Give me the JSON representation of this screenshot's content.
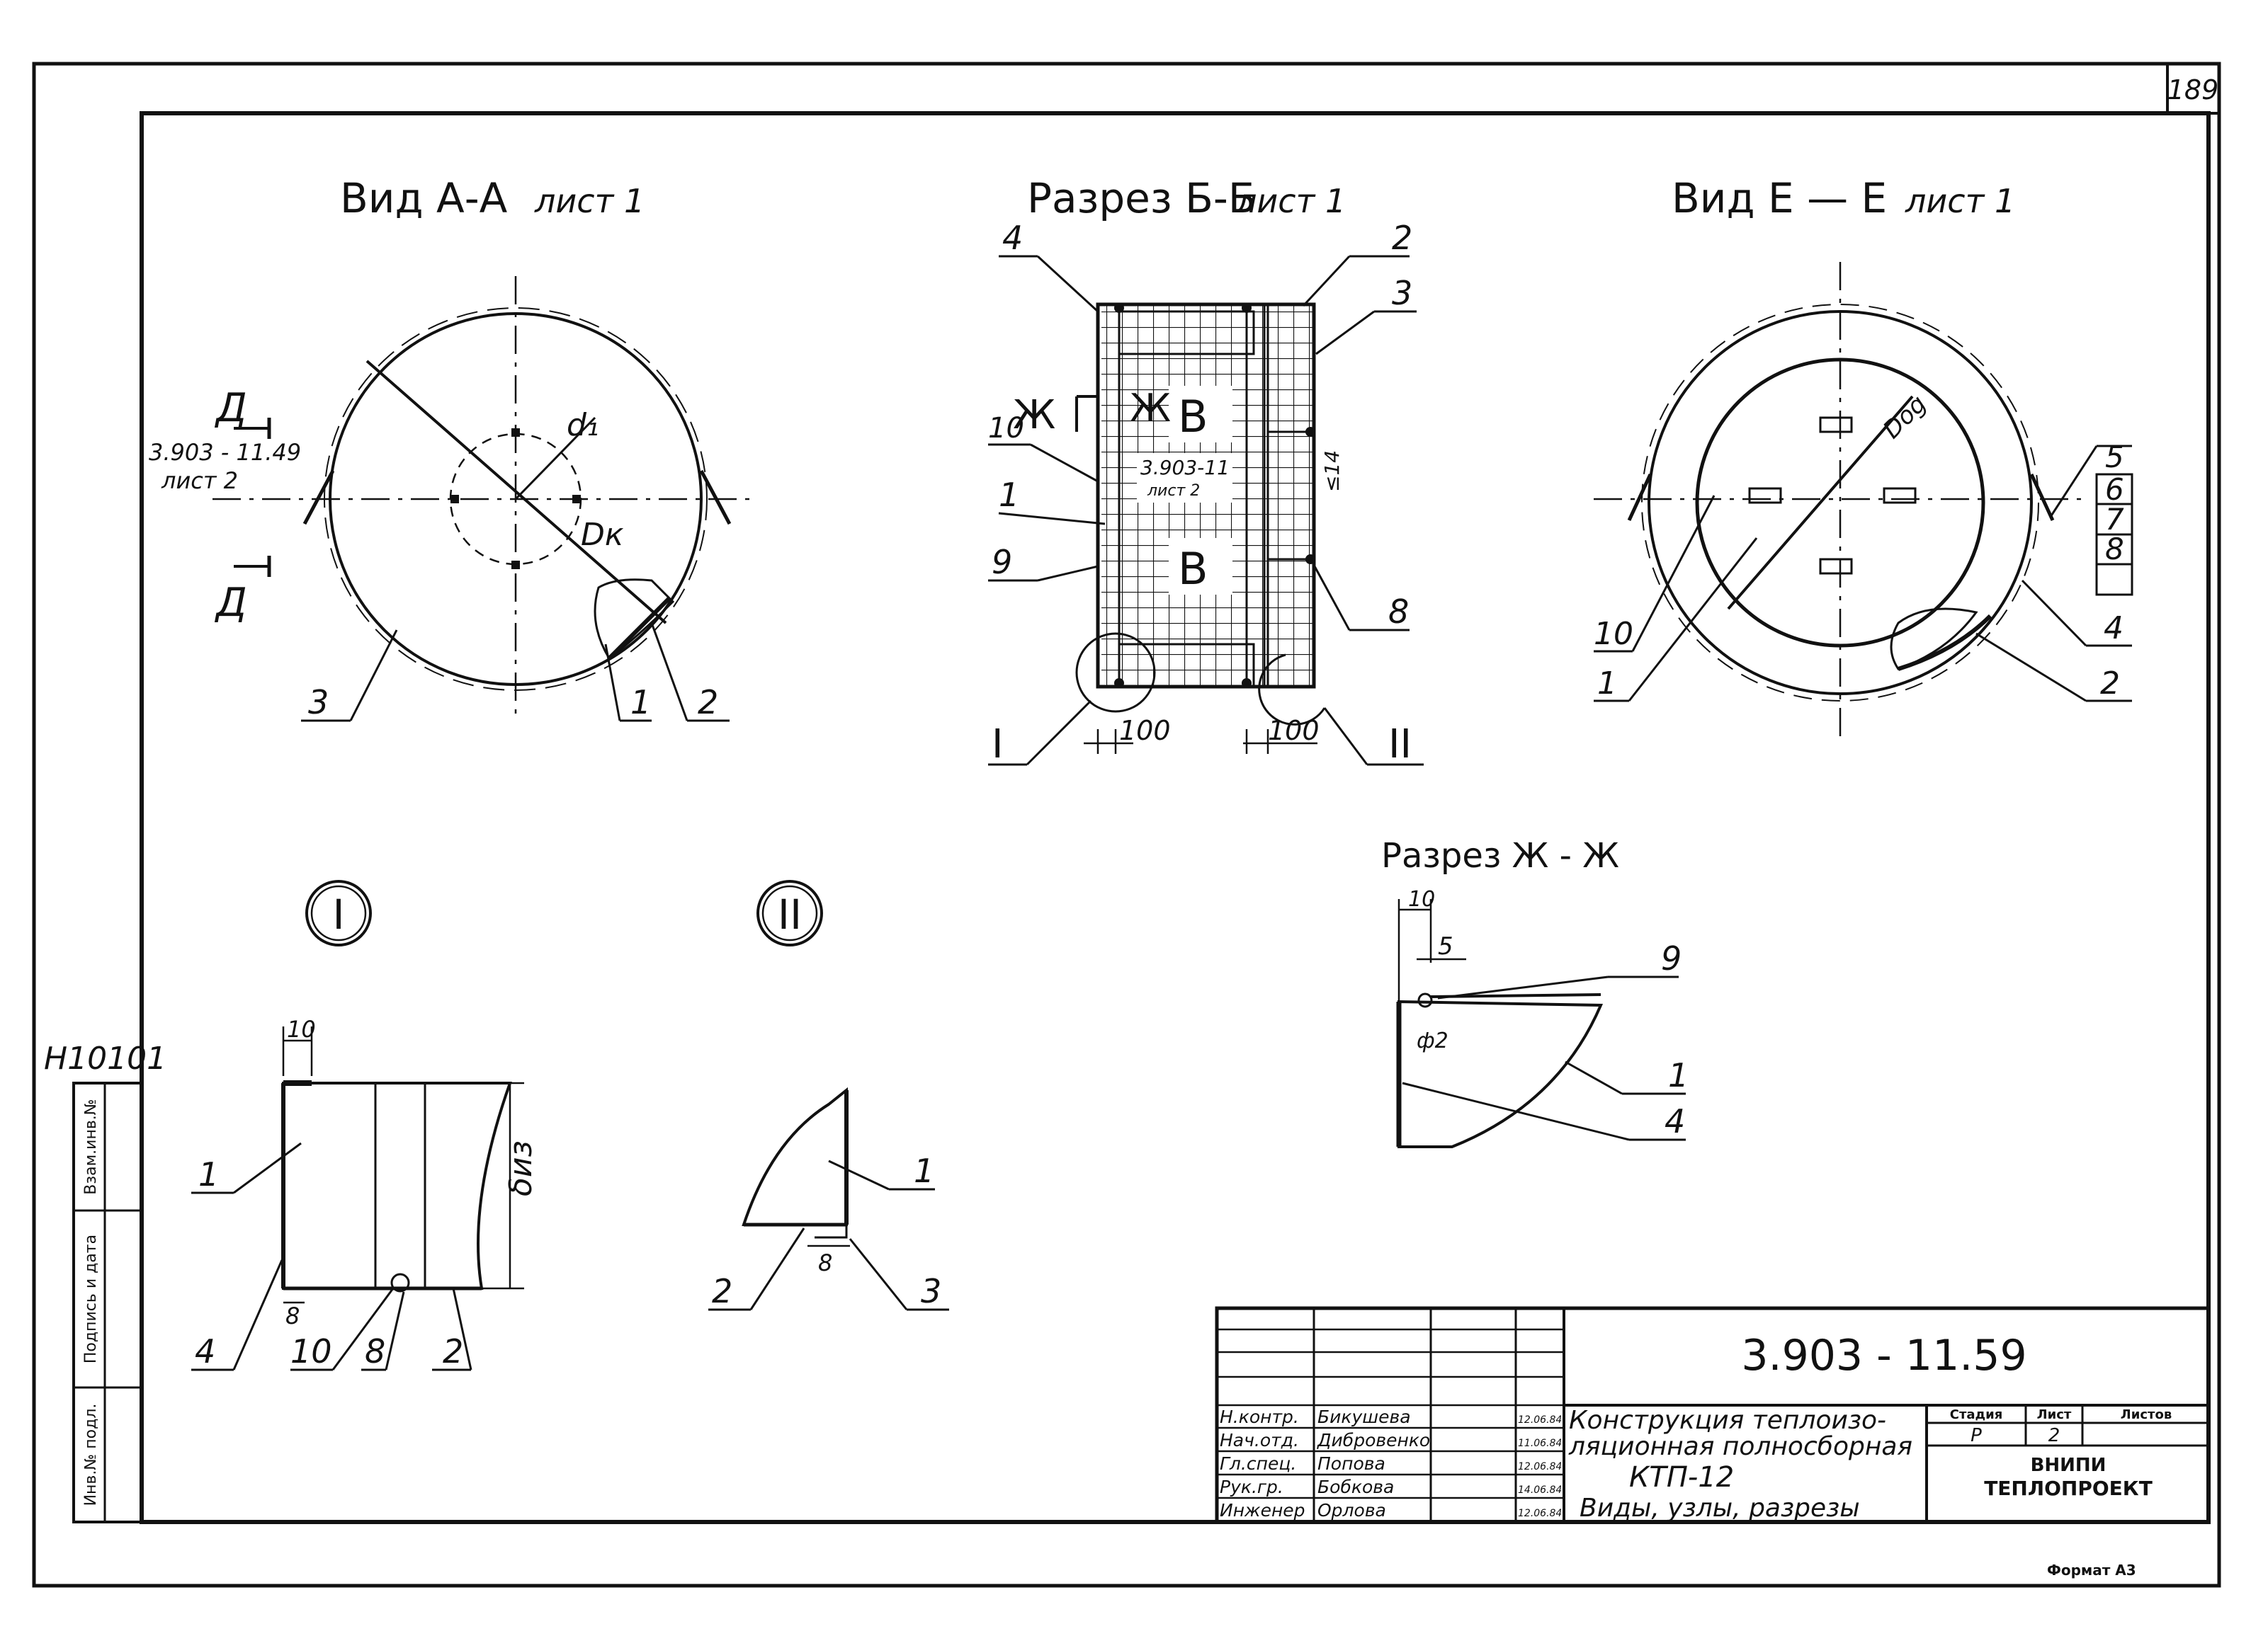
{
  "sheet": {
    "number": "189",
    "archive_code": "Н10101",
    "format_label": "Формат А3"
  },
  "side_stamp": {
    "col1": "Взам.инв.№",
    "col2": "Подпись и дата",
    "col3": "Инв.№ подл."
  },
  "view_aa": {
    "title": "Вид А-А",
    "sheet_ref": "лист 1",
    "ref_doc": "3.903 - 11.49",
    "ref_sheet": "лист 2",
    "cut_letter": "Д",
    "dim_d1": "d₁",
    "dim_dk": "Dк",
    "callouts": [
      "3",
      "1",
      "2"
    ]
  },
  "section_bb": {
    "title": "Разрез Б-Б",
    "sheet_ref": "лист 1",
    "letter_zh": "Ж",
    "letter_v": "В",
    "ref_doc": "3.903-11",
    "ref_sheet": "лист 2",
    "dim_100a": "100",
    "dim_100b": "100",
    "dim_side": "≤14",
    "callouts": [
      "4",
      "2",
      "3",
      "10",
      "1",
      "9",
      "8"
    ],
    "node1": "I",
    "node2": "II"
  },
  "view_ee": {
    "title": "Вид Е — Е",
    "sheet_ref": "лист 1",
    "dim_dog": "Dog",
    "callouts_box": [
      "5",
      "6",
      "7",
      "8"
    ],
    "callouts": [
      "10",
      "1",
      "4",
      "2"
    ]
  },
  "section_zhzh": {
    "title": "Разрез Ж - Ж",
    "dim_10": "10",
    "dim_5": "5",
    "dim_phi2": "ф2",
    "callouts": [
      "9",
      "1",
      "4"
    ]
  },
  "node_1": {
    "marker": "I",
    "dim_10": "10",
    "dim_8": "8",
    "dim_thickness": "δиз",
    "callouts": [
      "1",
      "4",
      "10",
      "8",
      "2"
    ]
  },
  "node_2": {
    "marker": "II",
    "dim_8": "8",
    "callouts": [
      "1",
      "2",
      "3"
    ]
  },
  "title_block": {
    "designation": "3.903 - 11.59",
    "title_line1": "Конструкция теплоизо-",
    "title_line2": "ляционная полносборная",
    "title_line3": "КТП-12",
    "title_line4": "Виды, узлы, разрезы",
    "col_stage": "Стадия",
    "col_sheet": "Лист",
    "col_sheets": "Листов",
    "stage": "Р",
    "sheet_no": "2",
    "org_line1": "ВНИПИ",
    "org_line2": "ТЕПЛОПРОЕКТ",
    "roles": [
      {
        "role": "Н.контр.",
        "name": "Бикушева",
        "date": "12.06.84"
      },
      {
        "role": "Нач.отд.",
        "name": "Дибровенко",
        "date": "11.06.84"
      },
      {
        "role": "Гл.спец.",
        "name": "Попова",
        "date": "12.06.84"
      },
      {
        "role": "Рук.гр.",
        "name": "Бобкова",
        "date": "14.06.84"
      },
      {
        "role": "Инженер",
        "name": "Орлова",
        "date": "12.06.84"
      }
    ]
  }
}
